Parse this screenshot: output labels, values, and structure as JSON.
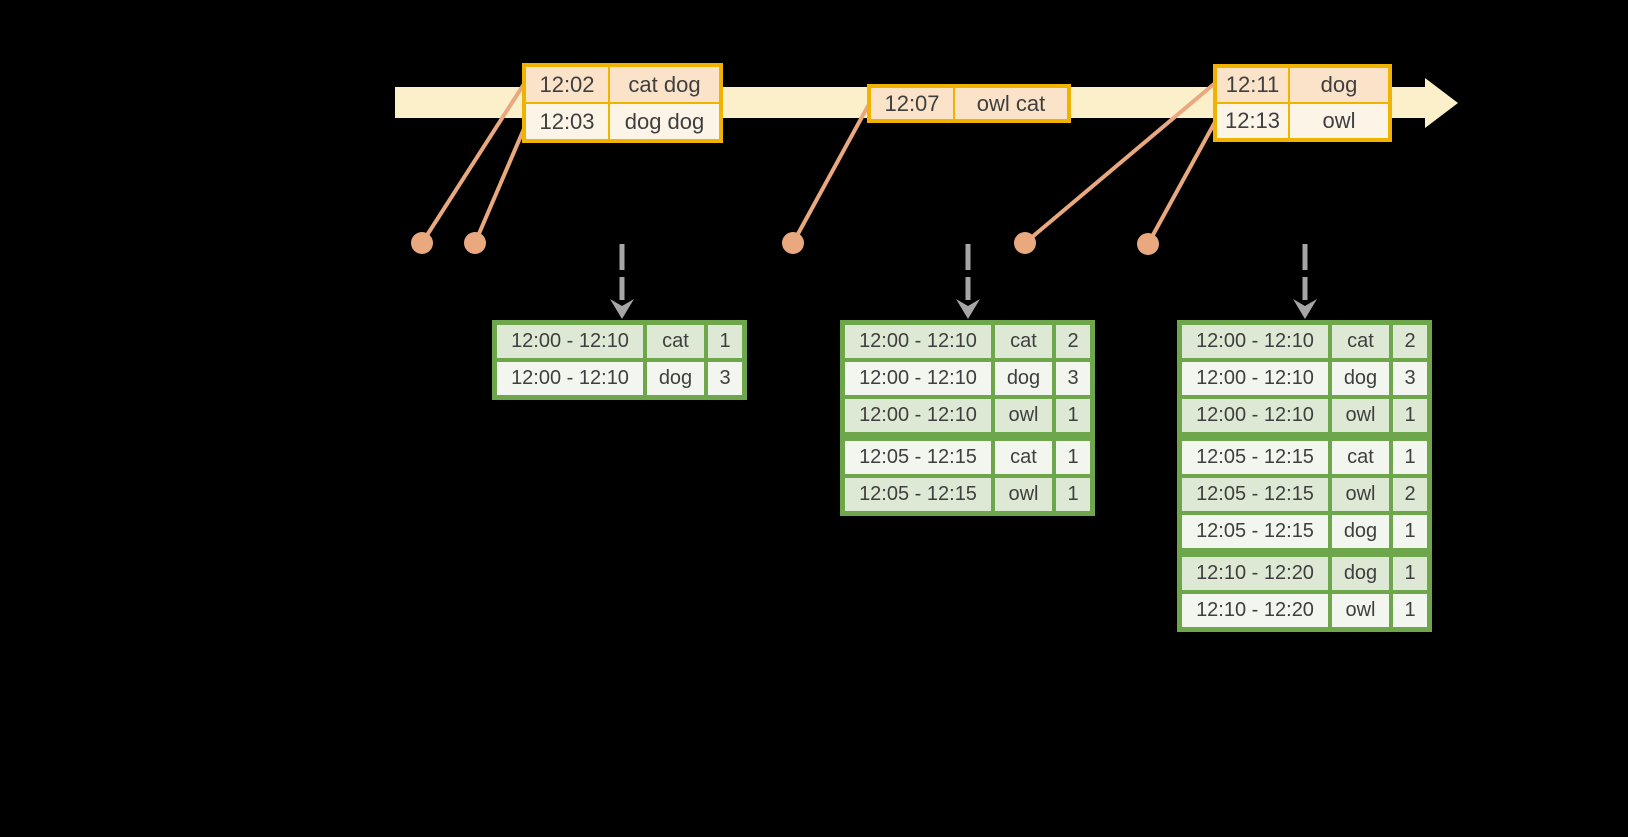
{
  "colors": {
    "background": "#000000",
    "timeline_band": "#FBF0CA",
    "orange_border": "#F0B400",
    "orange_row_dark": "#FAE3C8",
    "orange_row_light": "#FDF4E8",
    "salmon_connector": "#E9A87E",
    "green_border": "#6EA64C",
    "green_row_dark": "#DDE9D4",
    "green_row_light": "#F2F6EE",
    "trigger_arrow_gray": "#A6A6A6",
    "text": "#3F3F3F"
  },
  "input_tables": [
    {
      "rows": [
        {
          "time": "12:02",
          "words": "cat dog"
        },
        {
          "time": "12:03",
          "words": "dog dog"
        }
      ]
    },
    {
      "rows": [
        {
          "time": "12:07",
          "words": "owl cat"
        }
      ]
    },
    {
      "rows": [
        {
          "time": "12:11",
          "words": "dog"
        },
        {
          "time": "12:13",
          "words": "owl"
        }
      ]
    }
  ],
  "result_tables": [
    {
      "rows": [
        {
          "window": "12:00 - 12:10",
          "word": "cat",
          "count": "1"
        },
        {
          "window": "12:00 - 12:10",
          "word": "dog",
          "count": "3"
        }
      ]
    },
    {
      "rows": [
        {
          "window": "12:00 - 12:10",
          "word": "cat",
          "count": "2"
        },
        {
          "window": "12:00 - 12:10",
          "word": "dog",
          "count": "3"
        },
        {
          "window": "12:00 - 12:10",
          "word": "owl",
          "count": "1"
        },
        {
          "window": "12:05 - 12:15",
          "word": "cat",
          "count": "1"
        },
        {
          "window": "12:05 - 12:15",
          "word": "owl",
          "count": "1"
        }
      ]
    },
    {
      "rows": [
        {
          "window": "12:00 - 12:10",
          "word": "cat",
          "count": "2"
        },
        {
          "window": "12:00 - 12:10",
          "word": "dog",
          "count": "3"
        },
        {
          "window": "12:00 - 12:10",
          "word": "owl",
          "count": "1"
        },
        {
          "window": "12:05 - 12:15",
          "word": "cat",
          "count": "1"
        },
        {
          "window": "12:05 - 12:15",
          "word": "owl",
          "count": "2"
        },
        {
          "window": "12:05 - 12:15",
          "word": "dog",
          "count": "1"
        },
        {
          "window": "12:10 - 12:20",
          "word": "dog",
          "count": "1"
        },
        {
          "window": "12:10 - 12:20",
          "word": "owl",
          "count": "1"
        }
      ]
    }
  ]
}
